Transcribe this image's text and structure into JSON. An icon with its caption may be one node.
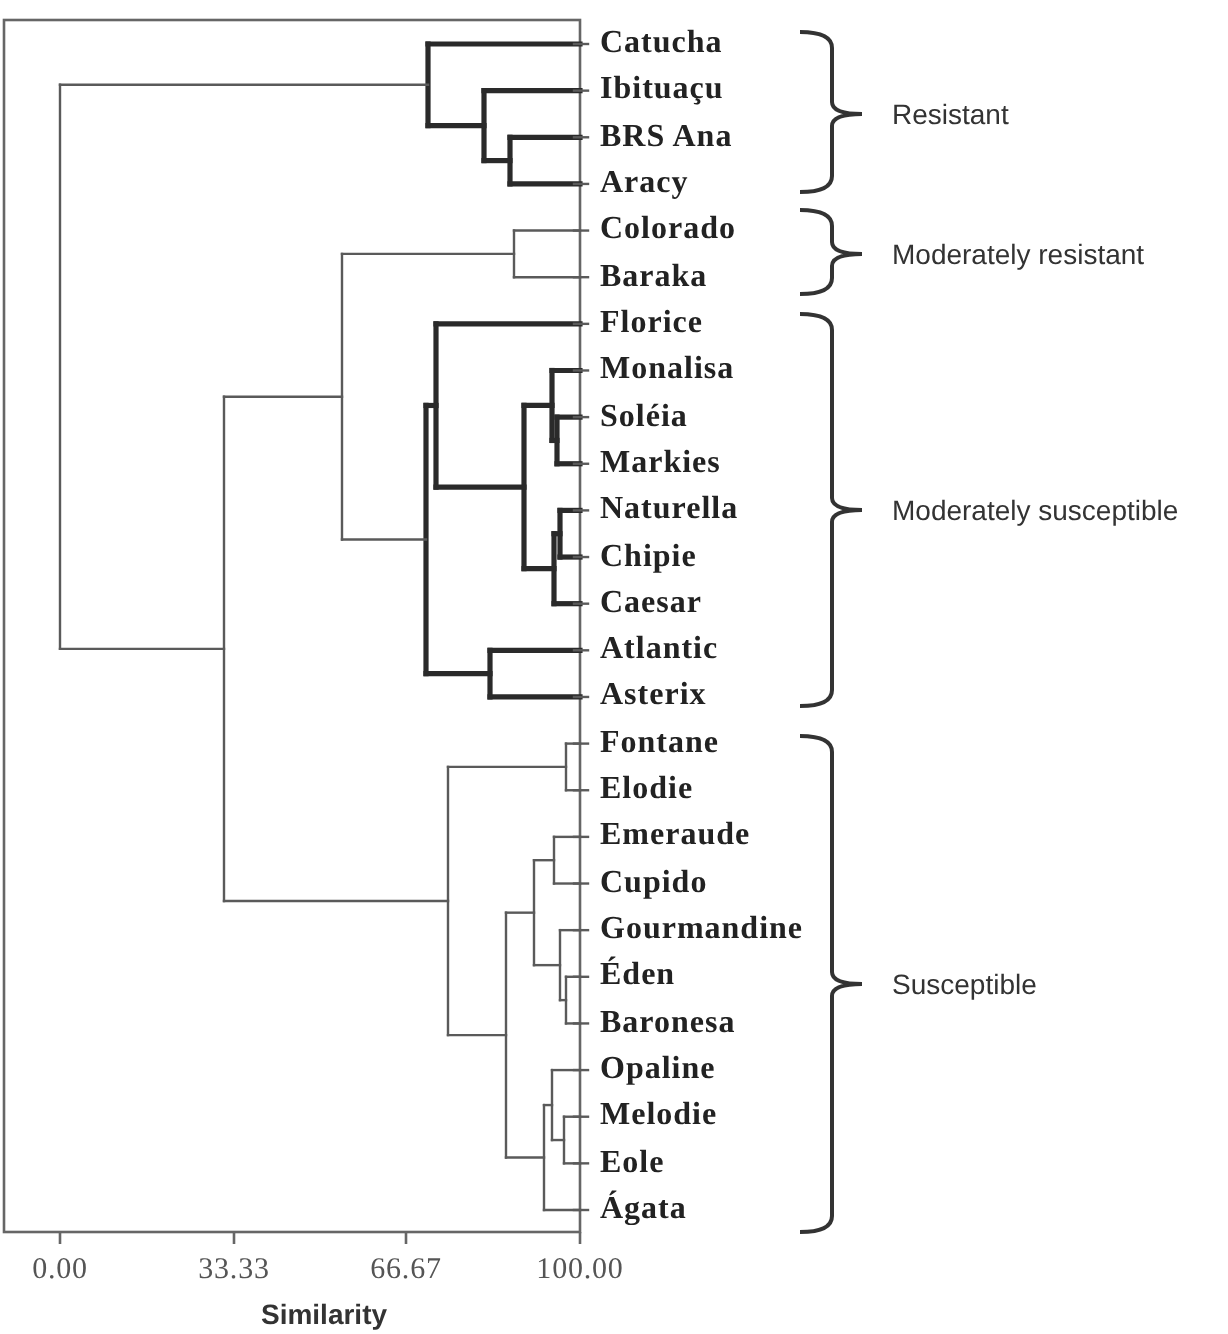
{
  "diagram": {
    "labels": [
      "Catucha",
      "Ibituaçu",
      "BRS Ana",
      "Aracy",
      "Colorado",
      "Baraka",
      "Florice",
      "Monalisa",
      "Soléia",
      "Markies",
      "Naturella",
      "Chipie",
      "Caesar",
      "Atlantic",
      "Asterix",
      "Fontane",
      "Elodie",
      "Emeraude",
      "Cupido",
      "Gourmandine",
      "Éden",
      "Baronesa",
      "Opaline",
      "Melodie",
      "Eole",
      "Ágata",
      "Resistant",
      "Moderately resistant",
      "Moderately susceptible",
      "Susceptible",
      "0.00",
      "33.33",
      "66.67",
      "100.00",
      "Similarity"
    ]
  }
}
